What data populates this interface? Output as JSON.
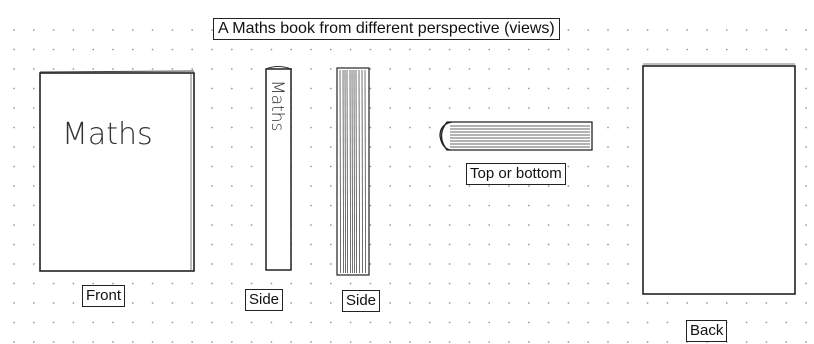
{
  "title": "A Maths book from different perspective (views)",
  "cover_text": "Maths",
  "spine_text": "Maths",
  "views": {
    "front": "Front",
    "side_1": "Side",
    "side_2": "Side",
    "top_bottom": "Top or bottom",
    "back": "Back"
  }
}
